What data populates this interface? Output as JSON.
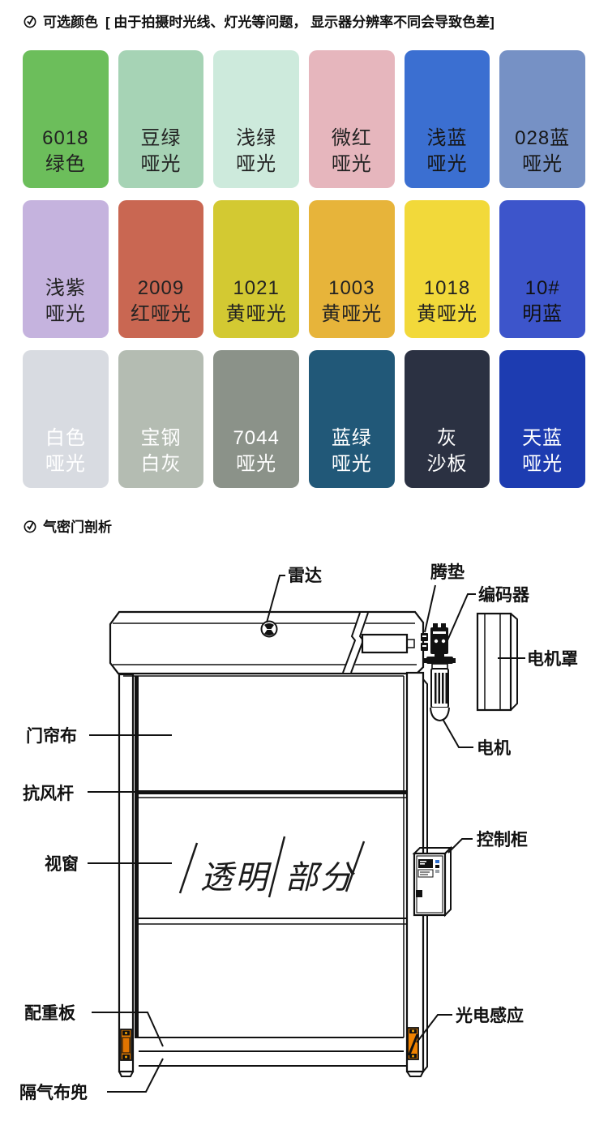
{
  "page": {
    "background": "#ffffff"
  },
  "colors_section": {
    "icon": "check-circle-icon",
    "title": "可选颜色",
    "subtitle": "[ 由于拍摄时光线、灯光等问题， 显示器分辨率不同会导致色差]",
    "swatches": [
      {
        "line1": "6018",
        "line2": "绿色",
        "hex": "#6cbe5b",
        "text_color": "#222222"
      },
      {
        "line1": "豆绿",
        "line2": "哑光",
        "hex": "#a6d3b5",
        "text_color": "#222222"
      },
      {
        "line1": "浅绿",
        "line2": "哑光",
        "hex": "#cdeadc",
        "text_color": "#222222"
      },
      {
        "line1": "微红",
        "line2": "哑光",
        "hex": "#e6b6bd",
        "text_color": "#222222"
      },
      {
        "line1": "浅蓝",
        "line2": "哑光",
        "hex": "#3b6fd1",
        "text_color": "#161616"
      },
      {
        "line1": "028蓝",
        "line2": "哑光",
        "hex": "#7691c5",
        "text_color": "#161616"
      },
      {
        "line1": "浅紫",
        "line2": "哑光",
        "hex": "#c5b3de",
        "text_color": "#222222"
      },
      {
        "line1": "2009",
        "line2": "红哑光",
        "hex": "#c96752",
        "text_color": "#222222"
      },
      {
        "line1": "1021",
        "line2": "黄哑光",
        "hex": "#d3c932",
        "text_color": "#222222"
      },
      {
        "line1": "1003",
        "line2": "黄哑光",
        "hex": "#e7b43a",
        "text_color": "#222222"
      },
      {
        "line1": "1018",
        "line2": "黄哑光",
        "hex": "#f2d93a",
        "text_color": "#222222"
      },
      {
        "line1": "10#",
        "line2": "明蓝",
        "hex": "#3d55cb",
        "text_color": "#111111"
      },
      {
        "line1": "白色",
        "line2": "哑光",
        "hex": "#d8dbe1",
        "text_color": "#ffffff"
      },
      {
        "line1": "宝钢",
        "line2": "白灰",
        "hex": "#b4bcb2",
        "text_color": "#ffffff"
      },
      {
        "line1": "7044",
        "line2": "哑光",
        "hex": "#8b9289",
        "text_color": "#ffffff"
      },
      {
        "line1": "蓝绿",
        "line2": "哑光",
        "hex": "#215878",
        "text_color": "#ffffff"
      },
      {
        "line1": "灰",
        "line2": "沙板",
        "hex": "#2b3142",
        "text_color": "#ffffff"
      },
      {
        "line1": "天蓝",
        "line2": "哑光",
        "hex": "#1d3cb1",
        "text_color": "#ffffff"
      }
    ]
  },
  "diagram_section": {
    "icon": "check-circle-icon",
    "title": "气密门剖析",
    "labels": {
      "radar": "雷达",
      "pad": "腾垫",
      "encoder": "编码器",
      "motor_cover": "电机罩",
      "motor": "电机",
      "curtain": "门帘布",
      "wind_bar": "抗风杆",
      "window": "视窗",
      "counterweight": "配重板",
      "air_pocket": "隔气布兜",
      "control_cabinet": "控制柜",
      "photo_sensor": "光电感应"
    },
    "window_note": {
      "part1": "透明",
      "part2": "部分"
    },
    "sensor_color": "#f08200",
    "line_color": "#111111"
  }
}
